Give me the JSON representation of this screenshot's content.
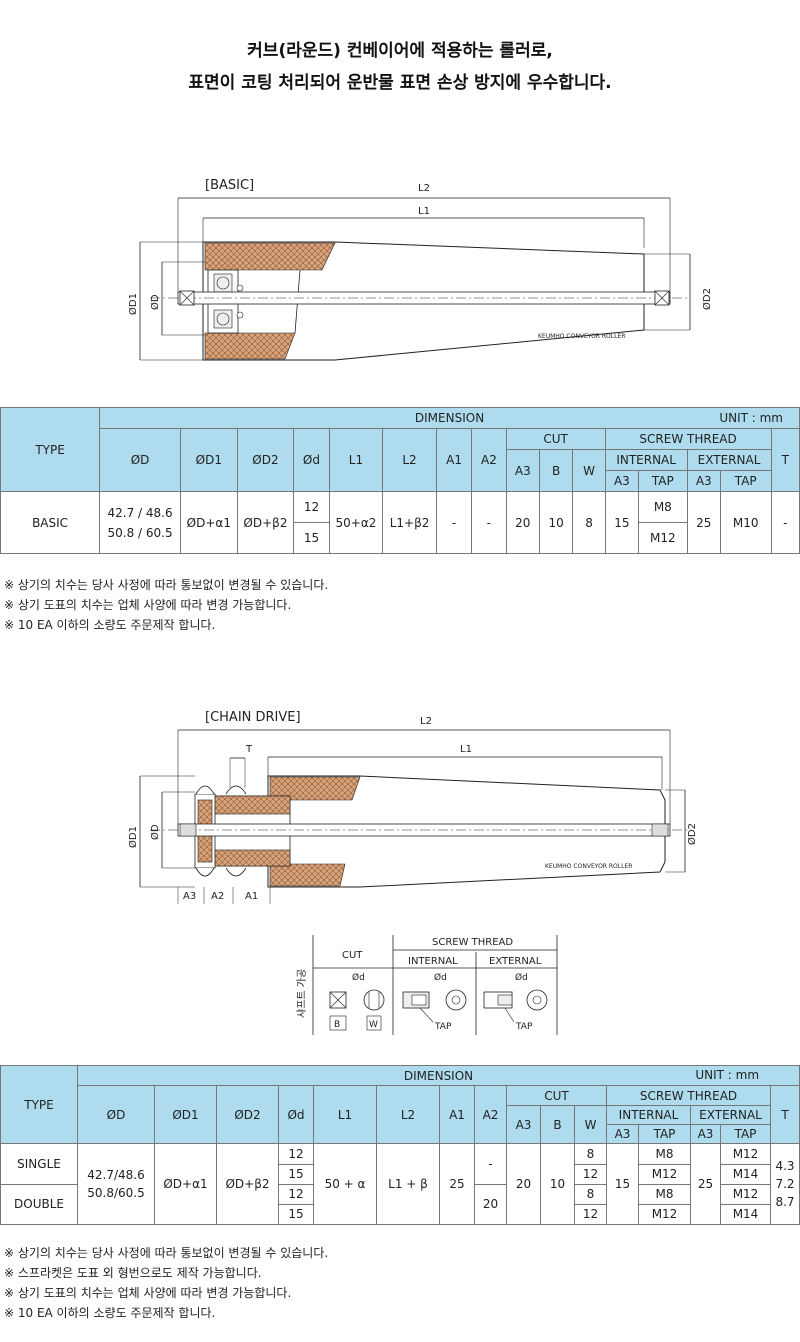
{
  "headline": {
    "line1": "커브(라운드) 컨베이어에 적용하는 롤러로,",
    "line2": "표면이 코팅 처리되어 운반물 표면 손상 방지에 우수합니다."
  },
  "basic_drawing": {
    "title": "[BASIC]",
    "L2": "L2",
    "L1": "L1",
    "D1": "ØD1",
    "D": "ØD",
    "D2": "ØD2",
    "brand": "KEUMHO CONVEYOR ROLLER"
  },
  "table1": {
    "type_h": "TYPE",
    "dimension_h": "DIMENSION",
    "unit": "UNIT : mm",
    "cut_h": "CUT",
    "screw_h": "SCREW THREAD",
    "internal_h": "INTERNAL",
    "external_h": "EXTERNAL",
    "cols": {
      "D": "ØD",
      "D1": "ØD1",
      "D2": "ØD2",
      "d": "Ød",
      "L1": "L1",
      "L2": "L2",
      "A1": "A1",
      "A2": "A2",
      "A3": "A3",
      "B": "B",
      "W": "W",
      "T": "T",
      "TAP": "TAP"
    },
    "row": {
      "type": "BASIC",
      "D_a": "42.7 / 48.6",
      "D_b": "50.8 / 60.5",
      "D1": "ØD+α1",
      "D2": "ØD+β2",
      "d1": "12",
      "d2": "15",
      "L1": "50+α2",
      "L2": "L1+β2",
      "A1": "-",
      "A2": "-",
      "cut_A3": "20",
      "cut_B": "10",
      "cut_W": "8",
      "int_A3": "15",
      "int_tap1": "M8",
      "int_tap2": "M12",
      "ext_A3": "25",
      "ext_tap": "M10",
      "T": "-"
    }
  },
  "notes1": [
    "※ 상기의 치수는 당사 사정에 따라 통보없이 변경될 수 있습니다.",
    "※ 상기 도표의 치수는 업체 사양에 따라 변경 가능합니다.",
    "※ 10 EA 이하의 소량도 주문제작 합니다."
  ],
  "chain_drawing": {
    "title": "[CHAIN DRIVE]",
    "L2": "L2",
    "L1": "L1",
    "T": "T",
    "D1": "ØD1",
    "D": "ØD",
    "D2": "ØD2",
    "A3": "A3",
    "A2": "A2",
    "A1": "A1",
    "brand": "KEUMHO CONVEYOR ROLLER"
  },
  "shaft_detail": {
    "side_label": "샤프트 가공",
    "cut": "CUT",
    "screw": "SCREW THREAD",
    "internal": "INTERNAL",
    "external": "EXTERNAL",
    "d": "Ød",
    "B": "B",
    "W": "W",
    "TAP": "TAP"
  },
  "table2": {
    "type_h": "TYPE",
    "dimension_h": "DIMENSION",
    "unit": "UNIT : mm",
    "cut_h": "CUT",
    "screw_h": "SCREW THREAD",
    "internal_h": "INTERNAL",
    "external_h": "EXTERNAL",
    "cols": {
      "D": "ØD",
      "D1": "ØD1",
      "D2": "ØD2",
      "d": "Ød",
      "L1": "L1",
      "L2": "L2",
      "A1": "A1",
      "A2": "A2",
      "A3": "A3",
      "B": "B",
      "W": "W",
      "T": "T",
      "TAP": "TAP"
    },
    "single": "SINGLE",
    "double": "DOUBLE",
    "D_a": "42.7/48.6",
    "D_b": "50.8/60.5",
    "D1": "ØD+α1",
    "D2": "ØD+β2",
    "L1": "50 + α",
    "L2": "L1 + β",
    "A1": "25",
    "A2_single": "-",
    "A2_double": "20",
    "cut_A3": "20",
    "cut_B": "10",
    "int_A3": "15",
    "ext_A3": "25",
    "rows": [
      {
        "d": "12",
        "W": "8",
        "int_tap": "M8",
        "ext_tap": "M12"
      },
      {
        "d": "15",
        "W": "12",
        "int_tap": "M12",
        "ext_tap": "M14"
      },
      {
        "d": "12",
        "W": "8",
        "int_tap": "M8",
        "ext_tap": "M12"
      },
      {
        "d": "15",
        "W": "12",
        "int_tap": "M12",
        "ext_tap": "M14"
      }
    ],
    "T_vals": [
      "4.3",
      "7.2",
      "8.7"
    ]
  },
  "notes2": [
    "※ 상기의 치수는 당사 사정에 따라 통보없이 변경될 수 있습니다.",
    "※ 스프라켓은 도표 외 형번으로도 제작 가능합니다.",
    "※ 상기 도표의 치수는 업체 사양에 따라 변경 가능합니다.",
    "※ 10 EA 이하의 소량도 주문제작 합니다."
  ],
  "colors": {
    "header_bg": "#aedcee",
    "coating": "#d9a27b",
    "line": "#222222"
  }
}
